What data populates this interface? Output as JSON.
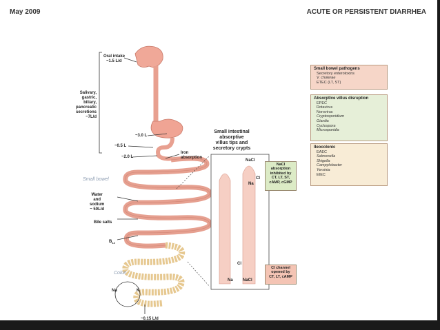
{
  "header": {
    "left": "May 2009",
    "right": "ACUTE OR PERSISTENT DIARRHEA"
  },
  "labels": {
    "oral_intake": [
      "Oral intake",
      "~1.5 L/d"
    ],
    "secretions": [
      "Salivary,",
      "gastric,",
      "biliary,",
      "pancreatic",
      "secretions",
      "~7L/d"
    ],
    "three_l": "~3.0 L",
    "half_l": "~0.5 L",
    "two_l": "~2.0 L",
    "iron": [
      "Iron",
      "absorption"
    ],
    "small_bowel": "Small bowel",
    "water": [
      "Water",
      "and",
      "sodium",
      "~ 50L/d"
    ],
    "bile": "Bile salts",
    "b12": "B",
    "b12_sub": "12",
    "colon": "Colon",
    "na": "Na",
    "k": "K",
    "out": "~0.15 L/d",
    "villus_title": [
      "Small intestinal",
      "absorptive",
      "villus tips and",
      "secretory crypts"
    ],
    "nacl_top": "NaCl",
    "cl_top": "Cl",
    "na_top": "Na",
    "cl_bottom": "Cl",
    "na_bottom": "Na",
    "nacl_bottom": "NaCl"
  },
  "notes": {
    "nacl": [
      "NaCl",
      "absorption",
      "inhibited by",
      "CT, LT, ST,",
      "cAMP, cGMP"
    ],
    "cl_channel": [
      "Cl channel",
      "opened by",
      "CT, LT, cAMP"
    ]
  },
  "boxes": [
    {
      "title": "Small bowel pathogens",
      "items": [
        "Secretory enterotoxins",
        "V. cholerae",
        "ETEC (LT, ST)"
      ],
      "color": "#f6d6c8"
    },
    {
      "title": "Absorptive villus disruption",
      "items": [
        "EPEC",
        "Rotavirus",
        "Norovirus",
        "Cryptosporidium",
        "Giardia",
        "Cyclospora",
        "Microsporidia"
      ],
      "color": "#e6efd8"
    },
    {
      "title": "Ileocolonic",
      "items": [
        "EAEC",
        "Salmonella",
        "Shigella",
        "Campylobacter",
        "Yersinia",
        "EIEC"
      ],
      "color": "#f8ecd6"
    }
  ],
  "colors": {
    "bowel": "#f0b4a8",
    "bowel_edge": "#c87868",
    "colon": "#e8cc98",
    "villus": "#f6cfc4",
    "accent_green": "#dcebc6",
    "accent_pink": "#f4c4b4"
  }
}
